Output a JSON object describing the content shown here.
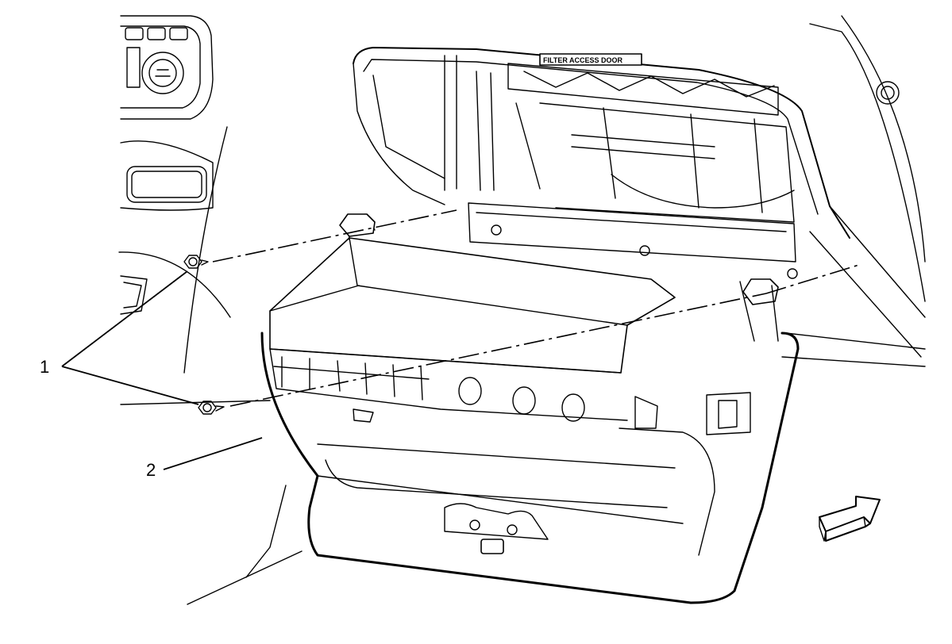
{
  "callouts": [
    {
      "label": "1",
      "part": "fasteners"
    },
    {
      "label": "2",
      "part": "instrument panel compartment"
    }
  ],
  "embossed_text": "FILTER ACCESS DOOR",
  "orientation_arrow_icon": "forward-arrow-icon",
  "colors": {
    "line": "#000000",
    "background": "#ffffff"
  }
}
